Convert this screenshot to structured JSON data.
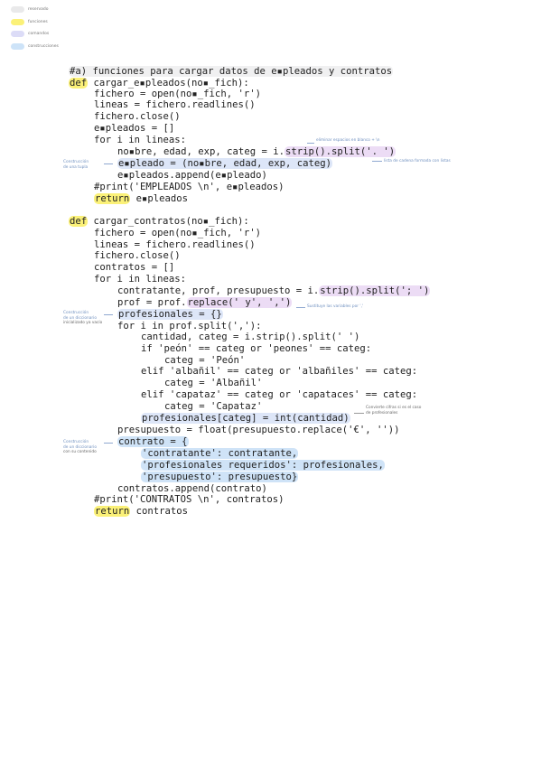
{
  "legend": [
    {
      "label": "reservado",
      "color": "#e9e9ea"
    },
    {
      "label": "funciones",
      "color": "#fbf178"
    },
    {
      "label": "comandos",
      "color": "#dcdcf7"
    },
    {
      "label": "construcciones",
      "color": "#cde3f8"
    }
  ],
  "code": {
    "l1": "#a) funciones para cargar datos de e▪pleados y contratos",
    "l2_kw": "def",
    "l2_rest": " cargar_e▪pleados(no▪_fich):",
    "l3": "fichero = open(no▪_fich, 'r')",
    "l4": "lineas = fichero.readlines()",
    "l5": "fichero.close()",
    "l6": "e▪pleados = []",
    "l7": "for i in lineas:",
    "l8_a": "no▪bre, edad, exp, categ = i.",
    "l8_b": "strip().split('. ')",
    "l9": "e▪pleado = (no▪bre, edad, exp, categ)",
    "l10": "e▪pleados.append(e▪pleado)",
    "l11": "#print('EMPLEADOS \\n', e▪pleados)",
    "l12_kw": "return",
    "l12_rest": " e▪pleados",
    "l13_kw": "def",
    "l13_rest": " cargar_contratos(no▪_fich):",
    "l14": "fichero = open(no▪_fich, 'r')",
    "l15": "lineas = fichero.readlines()",
    "l16": "fichero.close()",
    "l17": "contratos = []",
    "l18": "for i in lineas:",
    "l19_a": "contratante, prof, presupuesto = i.",
    "l19_b": "strip().split('; ')",
    "l20_a": "prof = prof.",
    "l20_b": "replace(' y', ',')",
    "l21": "profesionales = {}",
    "l22": "for i in prof.split(','):",
    "l23": "cantidad, categ = i.strip().split(' ')",
    "l24": "if 'peón' == categ or 'peones' == categ:",
    "l25": "categ = 'Peón'",
    "l26": "elif 'albañil' == categ or 'albañiles' == categ:",
    "l27": "categ = 'Albañil'",
    "l28": "elif 'capataz' == categ or 'capataces' == categ:",
    "l29": "categ = 'Capataz'",
    "l30": "profesionales[categ] = int(cantidad)",
    "l31": "presupuesto = float(presupuesto.replace('€', ''))",
    "l32": "contrato = {",
    "l33": "'contratante': contratante,",
    "l34": "'profesionales requeridos': profesionales,",
    "l35": "'presupuesto': presupuesto}",
    "l36": "contratos.append(contrato)",
    "l37": "#print('CONTRATOS \\n', contratos)",
    "l38_kw": "return",
    "l38_rest": " contratos"
  },
  "notes": {
    "n1": "eliminar espacios en blanco + \\n",
    "n2": "lista de cadena formada con listas",
    "n3a": "Construcción",
    "n3b": "de una tupla",
    "n4": "Sustituye las variables por ','",
    "n5a": "Construcción",
    "n5b": "de un diccionario",
    "n5c": "inicializado ya vacío",
    "n6a": "Construcción",
    "n6b": "de un diccionario",
    "n6c": "con su contenido",
    "n7a": "Convierte cifras si es el caso",
    "n7b": "de profesionales"
  }
}
